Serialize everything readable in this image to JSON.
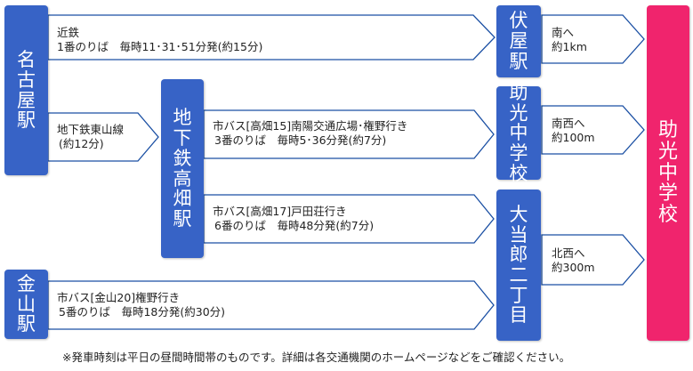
{
  "colors": {
    "station": "#3763c6",
    "destination": "#f0246d",
    "arrow_stroke": "#1a4fa3"
  },
  "stations": {
    "nagoya": "名古屋駅",
    "kanayama": "金山駅",
    "takabata": "地下鉄高畑駅",
    "fushiya": "伏屋駅",
    "sukemitsu": "助光中学校",
    "otouro": "大当郎二丁目",
    "destination": "助光中学校"
  },
  "routes": {
    "kintetsu": {
      "line1": "近鉄",
      "line2": "1番のりば　毎時11･31･51分発(約15分)"
    },
    "subway": {
      "line1": "地下鉄東山線",
      "line2": "(約12分)"
    },
    "bus15": {
      "line1": "市バス[高畑15]南陽交通広場･権野行き",
      "line2": "3番のりば　毎時5･36分発(約7分)"
    },
    "bus17": {
      "line1": "市バス[高畑17]戸田荘行き",
      "line2": "6番のりば　毎時48分発(約7分)"
    },
    "kanayama_bus": {
      "line1": "市バス[金山20]権野行き",
      "line2": "5番のりば　毎時18分発(約30分)"
    }
  },
  "walks": {
    "south": {
      "line1": "南へ",
      "line2": "約1km"
    },
    "southwest": {
      "line1": "南西へ",
      "line2": "約100m"
    },
    "northwest": {
      "line1": "北西へ",
      "line2": "約300m"
    }
  },
  "note": "※発車時刻は平日の昼間時間帯のものです。詳細は各交通機関のホームページなどをご確認ください。"
}
